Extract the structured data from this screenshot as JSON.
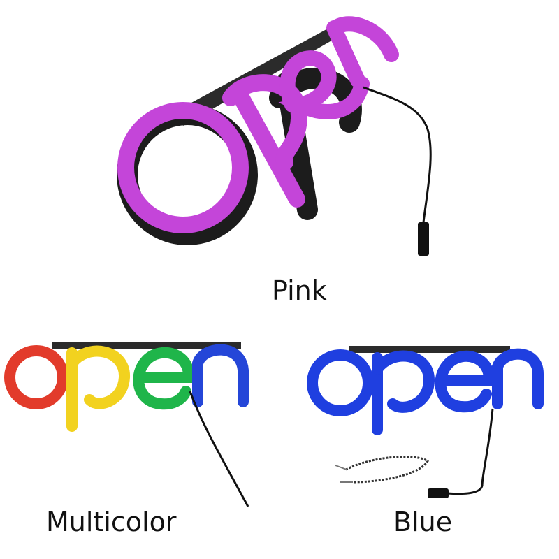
{
  "variants": {
    "pink": {
      "label": "Pink",
      "color": "#c445d9"
    },
    "multicolor": {
      "label": "Multicolor",
      "colors": [
        "#e23b2b",
        "#f2d21f",
        "#1fb54a",
        "#2446d8"
      ]
    },
    "blue": {
      "label": "Blue",
      "color": "#1f3fe0"
    }
  },
  "sign_frame_color": "#2b2b2b",
  "cable_color": "#111111"
}
